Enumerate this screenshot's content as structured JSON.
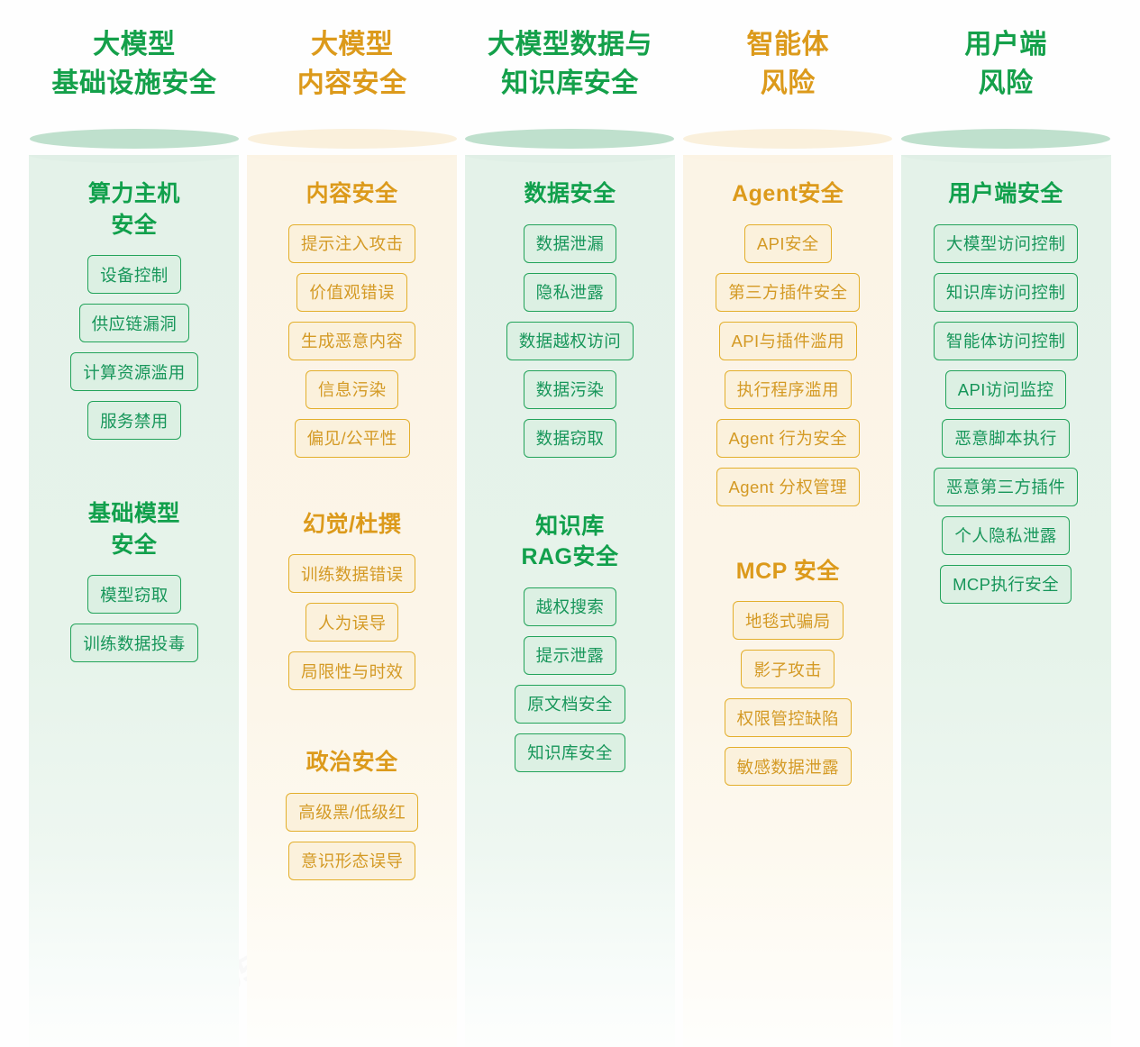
{
  "palette": {
    "green_text": "#14a04a",
    "orange_text": "#dc9a1b",
    "green_chip_border": "#22a35a",
    "green_chip_fill": "#dcf0e3",
    "orange_chip_border": "#e3af2c",
    "orange_chip_fill": "#fbf1dc",
    "green_column_fill": "#e4f2e9",
    "orange_column_fill": "#fbf4e6",
    "green_cylinder_top": "#bfe0cd",
    "orange_cylinder_top": "#faf0dc",
    "page_background": "#ffffff"
  },
  "watermark": {
    "text": "20251105"
  },
  "columns": [
    {
      "id": "llm-infrastructure-security",
      "theme": "green",
      "header_lines": [
        "大模型",
        "基础设施安全"
      ],
      "groups": [
        {
          "id": "compute-host-security",
          "title_lines": [
            "算力主机",
            "安全"
          ],
          "chips": [
            "设备控制",
            "供应链漏洞",
            "计算资源滥用",
            "服务禁用"
          ]
        },
        {
          "id": "foundation-model-security",
          "title_lines": [
            "基础模型",
            "安全"
          ],
          "chips": [
            "模型窃取",
            "训练数据投毒"
          ]
        }
      ]
    },
    {
      "id": "llm-content-security",
      "theme": "orange",
      "header_lines": [
        "大模型",
        "内容安全"
      ],
      "groups": [
        {
          "id": "content-security",
          "title_lines": [
            "内容安全"
          ],
          "chips": [
            "提示注入攻击",
            "价值观错误",
            "生成恶意内容",
            "信息污染",
            "偏见/公平性"
          ]
        },
        {
          "id": "hallucination-fabrication",
          "title_lines": [
            "幻觉/杜撰"
          ],
          "chips": [
            "训练数据错误",
            "人为误导",
            "局限性与时效"
          ]
        },
        {
          "id": "political-security",
          "title_lines": [
            "政治安全"
          ],
          "chips": [
            "高级黑/低级红",
            "意识形态误导"
          ]
        }
      ]
    },
    {
      "id": "llm-data-and-kb-security",
      "theme": "green",
      "header_lines": [
        "大模型数据与",
        "知识库安全"
      ],
      "groups": [
        {
          "id": "data-security",
          "title_lines": [
            "数据安全"
          ],
          "chips": [
            "数据泄漏",
            "隐私泄露",
            "数据越权访问",
            "数据污染",
            "数据窃取"
          ]
        },
        {
          "id": "knowledge-base-rag-security",
          "title_lines": [
            "知识库",
            "RAG安全"
          ],
          "chips": [
            "越权搜索",
            "提示泄露",
            "原文档安全",
            "知识库安全"
          ]
        }
      ]
    },
    {
      "id": "agent-risk",
      "theme": "orange",
      "header_lines": [
        "智能体",
        "风险"
      ],
      "groups": [
        {
          "id": "agent-security",
          "title_lines": [
            "Agent安全"
          ],
          "chips": [
            "API安全",
            "第三方插件安全",
            "API与插件滥用",
            "执行程序滥用",
            "Agent 行为安全",
            "Agent 分权管理"
          ]
        },
        {
          "id": "mcp-security",
          "title_lines": [
            "MCP 安全"
          ],
          "chips": [
            "地毯式骗局",
            "影子攻击",
            "权限管控缺陷",
            "敏感数据泄露"
          ]
        }
      ]
    },
    {
      "id": "client-side-risk",
      "theme": "green",
      "header_lines": [
        "用户端",
        "风险"
      ],
      "groups": [
        {
          "id": "client-security",
          "title_lines": [
            "用户端安全"
          ],
          "chips": [
            "大模型访问控制",
            "知识库访问控制",
            "智能体访问控制",
            "API访问监控",
            "恶意脚本执行",
            "恶意第三方插件",
            "个人隐私泄露",
            "MCP执行安全"
          ]
        }
      ]
    }
  ]
}
